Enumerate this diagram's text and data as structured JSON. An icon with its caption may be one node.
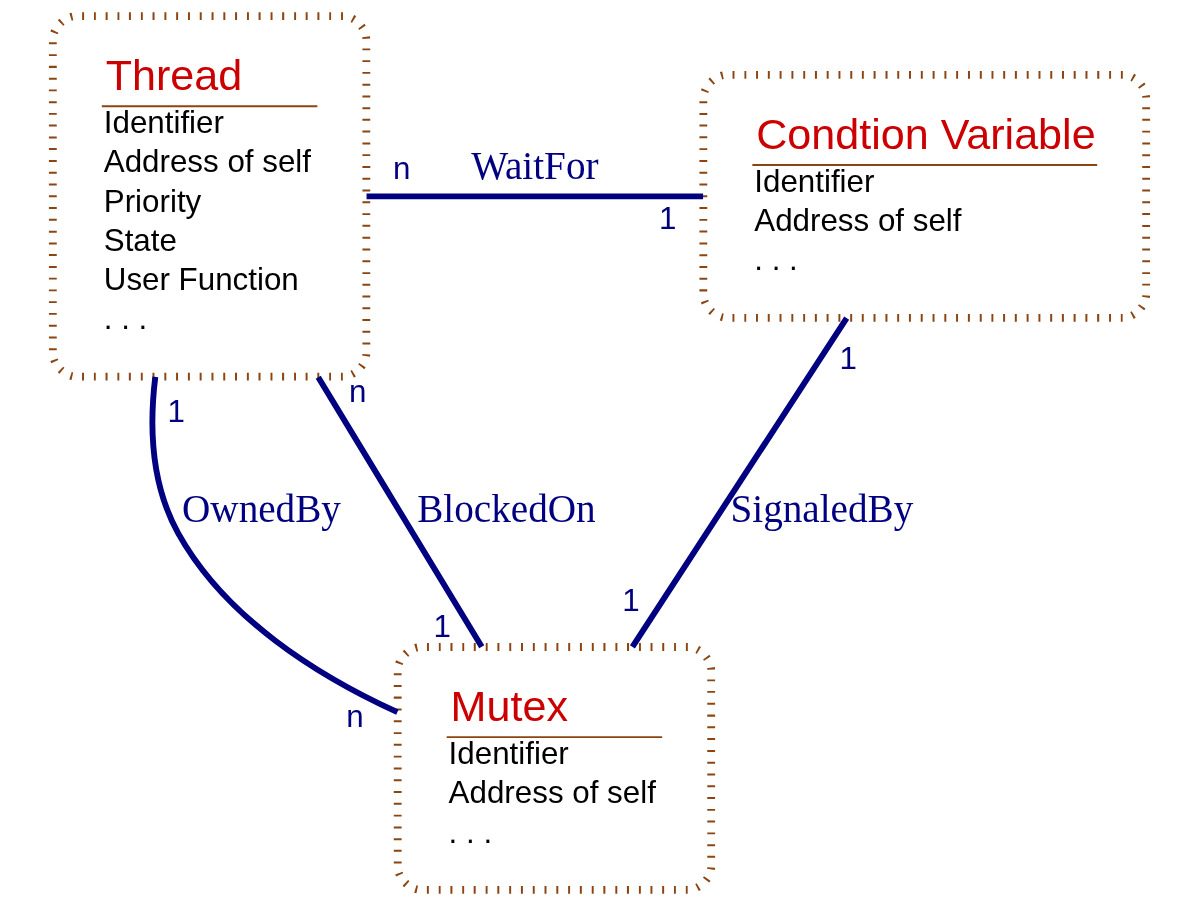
{
  "diagram": {
    "nodes": [
      {
        "text": [
          "Thread",
          "Identifier",
          "Address of self",
          "Priority",
          "State",
          "User Function",
          ". . ."
        ]
      },
      {
        "text": [
          "Condtion Variable",
          "Identifier",
          "Address of self",
          ". . ."
        ]
      },
      {
        "text": [
          "Mutex",
          "Identifier",
          "Address of self",
          ". . ."
        ]
      }
    ],
    "edges": [
      {
        "from": 0,
        "to": 1,
        "arrow": "none",
        "label": "WaitFor"
      },
      {
        "from": 0,
        "to": 2,
        "arrow": "none",
        "label": "OwnedBy"
      },
      {
        "from": 0,
        "to": 2,
        "arrow": "none",
        "label": "BlockedOn"
      },
      {
        "from": 1,
        "to": 2,
        "arrow": "none",
        "label": "SignaledBy"
      }
    ],
    "labels": [
      "n",
      "1",
      "1",
      "n",
      "1",
      "1",
      "1",
      "n"
    ]
  }
}
